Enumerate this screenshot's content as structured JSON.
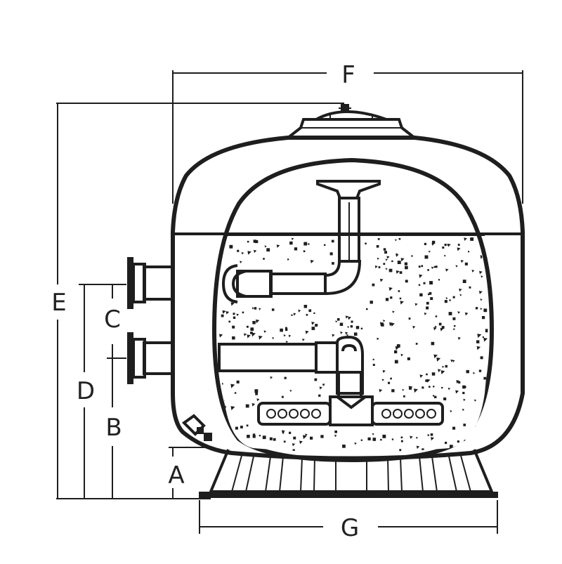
{
  "dimension_labels": {
    "a": "A",
    "b": "B",
    "c": "C",
    "d": "D",
    "e": "E",
    "f": "F",
    "g": "G"
  },
  "colors": {
    "line": "#1e1e1e",
    "background": "#ffffff",
    "media_speckle": "#1e1e1e"
  }
}
